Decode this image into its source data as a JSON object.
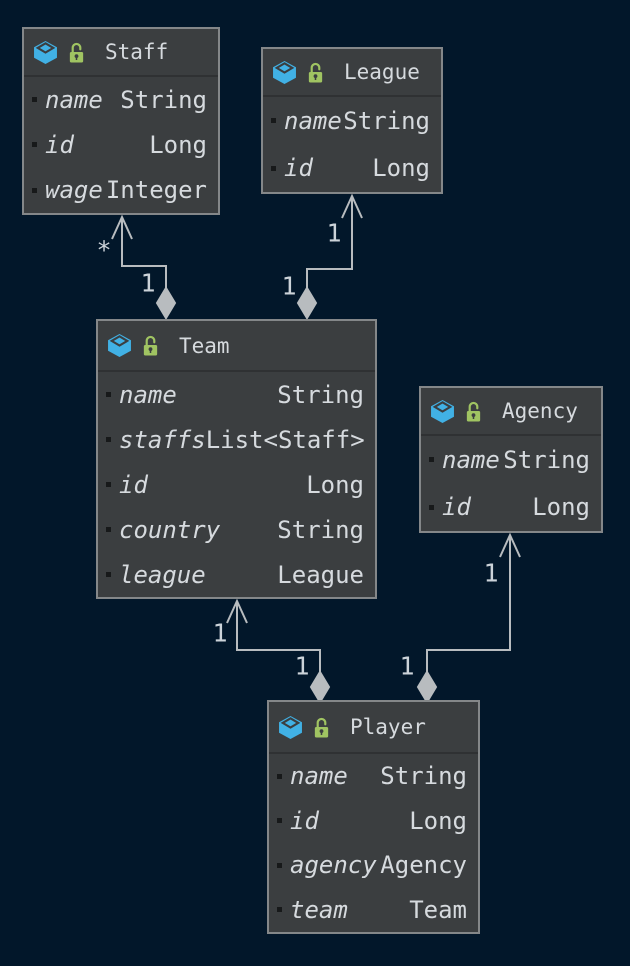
{
  "diagram": {
    "colors": {
      "background": "#02172a",
      "node_background": "#3b3e40",
      "node_border": "#848789",
      "text": "#d6dade",
      "edge": "#b8bcbf",
      "class_icon_blue": "#41b1e5",
      "lock_icon_green": "#a0c462"
    },
    "icons": {
      "class_icon": "blue-cube-class-icon",
      "lock_icon": "green-unlocked-padlock-icon",
      "field_bullet": "dark-square-field-bullet"
    }
  },
  "entities": [
    {
      "name": "Staff",
      "fields": [
        {
          "name": "name",
          "type": "String"
        },
        {
          "name": "id",
          "type": "Long"
        },
        {
          "name": "wage",
          "type": "Integer"
        }
      ]
    },
    {
      "name": "League",
      "fields": [
        {
          "name": "name",
          "type": "String"
        },
        {
          "name": "id",
          "type": "Long"
        }
      ]
    },
    {
      "name": "Team",
      "fields": [
        {
          "name": "name",
          "type": "String"
        },
        {
          "name": "staffs",
          "type": "List<Staff>"
        },
        {
          "name": "id",
          "type": "Long"
        },
        {
          "name": "country",
          "type": "String"
        },
        {
          "name": "league",
          "type": "League"
        }
      ]
    },
    {
      "name": "Agency",
      "fields": [
        {
          "name": "name",
          "type": "String"
        },
        {
          "name": "id",
          "type": "Long"
        }
      ]
    },
    {
      "name": "Player",
      "fields": [
        {
          "name": "name",
          "type": "String"
        },
        {
          "name": "id",
          "type": "Long"
        },
        {
          "name": "agency",
          "type": "Agency"
        },
        {
          "name": "team",
          "type": "Team"
        }
      ]
    }
  ],
  "connectors": [
    {
      "source": "Team",
      "target": "Staff",
      "type": "aggregation",
      "source_label": "1",
      "target_label": "*"
    },
    {
      "source": "Team",
      "target": "League",
      "type": "aggregation",
      "source_label": "1",
      "target_label": "1"
    },
    {
      "source": "Player",
      "target": "Team",
      "type": "aggregation",
      "source_label": "1",
      "target_label": "1"
    },
    {
      "source": "Player",
      "target": "Agency",
      "type": "aggregation",
      "source_label": "1",
      "target_label": "1"
    }
  ]
}
